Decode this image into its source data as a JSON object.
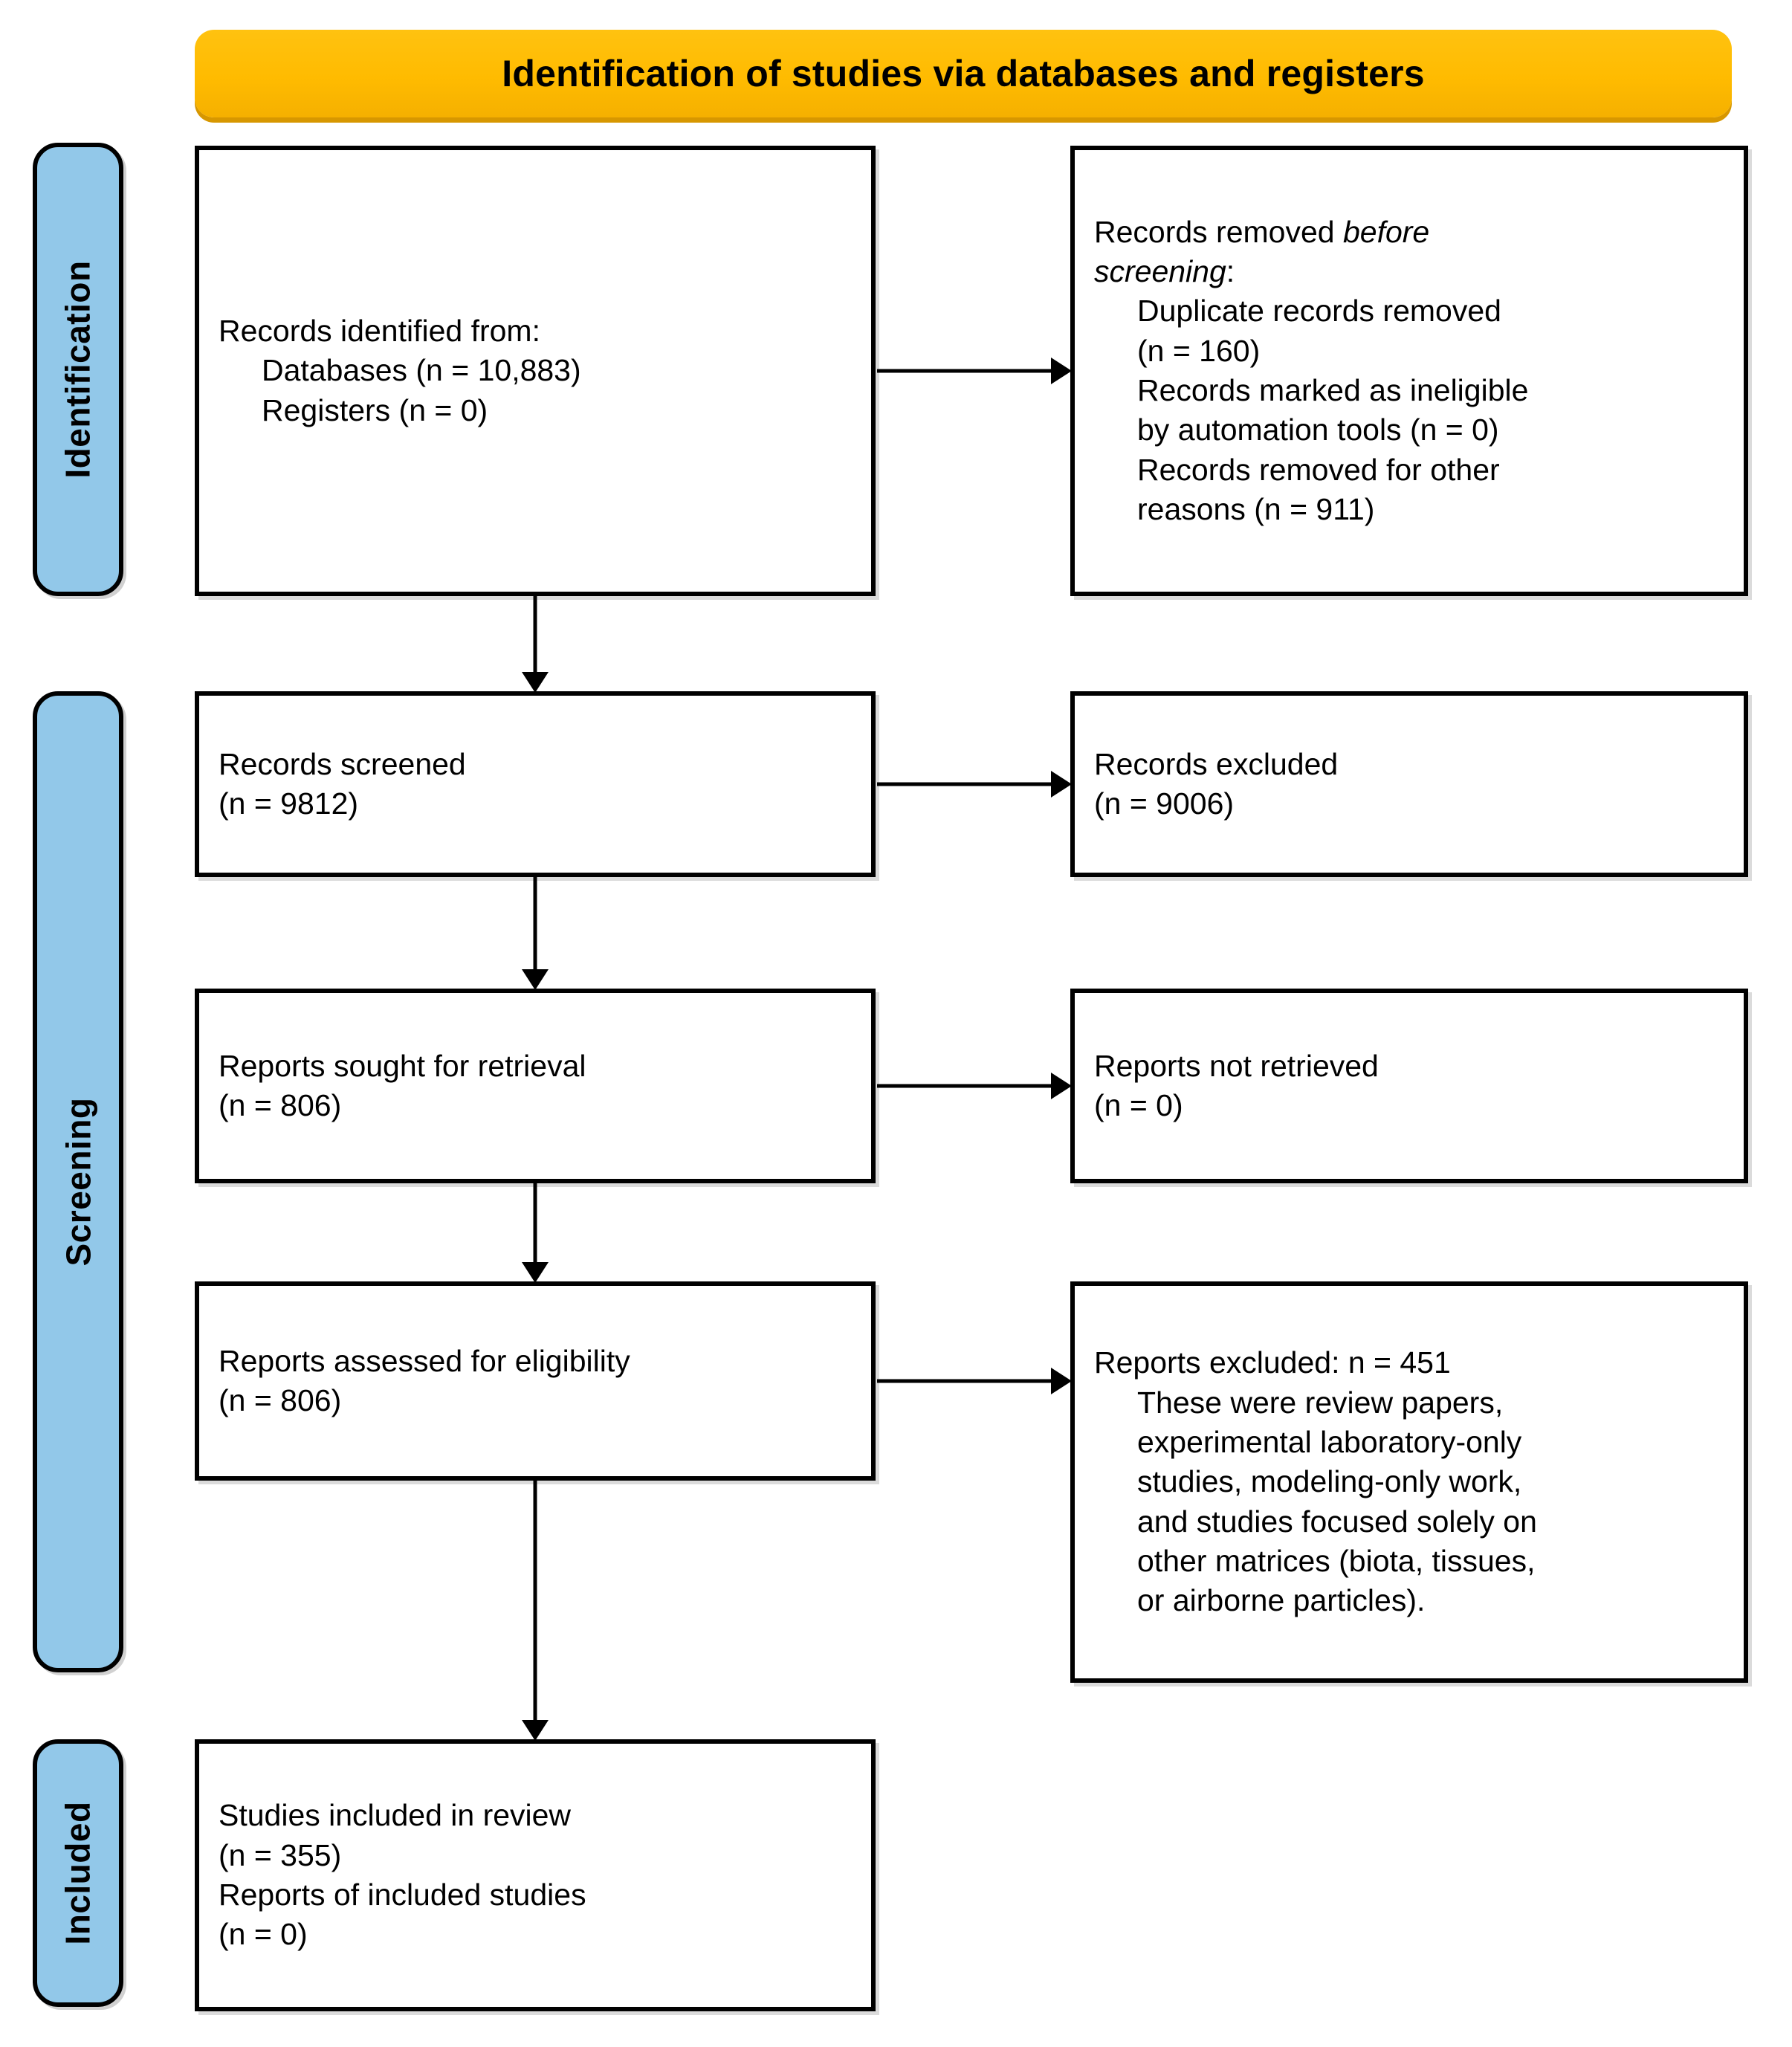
{
  "banner": {
    "title": "Identification of studies via databases and registers"
  },
  "phases": [
    {
      "key": "identification",
      "label": "Identification"
    },
    {
      "key": "screening",
      "label": "Screening"
    },
    {
      "key": "included",
      "label": "Included"
    }
  ],
  "boxes": {
    "identified": {
      "line1": "Records identified from:",
      "line2": "Databases (n = 10,883)",
      "line3": "Registers (n = 0)"
    },
    "removed_before": {
      "line1_a": "Records removed ",
      "line1_italic": "before",
      "line2_italic": "screening",
      "line2_b": ":",
      "line3": "Duplicate records removed",
      "line4": "(n = 160)",
      "line5": "Records marked as ineligible",
      "line6": "by automation tools (n = 0)",
      "line7": "Records removed for other",
      "line8": "reasons (n = 911)"
    },
    "screened": {
      "line1": "Records screened",
      "line2": "(n = 9812)"
    },
    "records_excluded": {
      "line1": "Records excluded",
      "line2": "(n = 9006)"
    },
    "sought": {
      "line1": "Reports sought for retrieval",
      "line2": "(n = 806)"
    },
    "not_retrieved": {
      "line1": "Reports not retrieved",
      "line2": "(n = 0)"
    },
    "assessed": {
      "line1": "Reports assessed for eligibility",
      "line2": "(n = 806)"
    },
    "reports_excluded": {
      "line1": "Reports excluded: n = 451",
      "line2": "These were review papers,",
      "line3": "experimental laboratory-only",
      "line4": "studies, modeling-only work,",
      "line5": "and studies focused solely on",
      "line6": "other matrices (biota, tissues,",
      "line7": "or airborne particles)."
    },
    "included": {
      "line1": "Studies included in review",
      "line2": "(n = 355)",
      "line3": "Reports of included studies",
      "line4": "(n = 0)"
    }
  },
  "colors": {
    "banner_fill": "#FFBB00",
    "banner_shadow": "#D79700",
    "phase_fill": "#92C8E9",
    "border": "#000000",
    "background": "#FFFFFF"
  },
  "flow_data": {
    "type": "diagram",
    "diagram": "PRISMA 2020 flow diagram",
    "nodes": [
      {
        "id": "identified",
        "phase": "Identification",
        "n_databases": 10883,
        "n_registers": 0
      },
      {
        "id": "removed_before",
        "phase": "Identification",
        "n_duplicates": 160,
        "n_automation": 0,
        "n_other": 911
      },
      {
        "id": "screened",
        "phase": "Screening",
        "n": 9812
      },
      {
        "id": "records_excluded",
        "phase": "Screening",
        "n": 9006
      },
      {
        "id": "sought",
        "phase": "Screening",
        "n": 806
      },
      {
        "id": "not_retrieved",
        "phase": "Screening",
        "n": 0
      },
      {
        "id": "assessed",
        "phase": "Screening",
        "n": 806
      },
      {
        "id": "reports_excluded",
        "phase": "Screening",
        "n": 451
      },
      {
        "id": "included_studies",
        "phase": "Included",
        "n_studies": 355,
        "n_reports": 0
      }
    ],
    "edges": [
      {
        "from": "identified",
        "to": "removed_before",
        "direction": "right"
      },
      {
        "from": "identified",
        "to": "screened",
        "direction": "down"
      },
      {
        "from": "screened",
        "to": "records_excluded",
        "direction": "right"
      },
      {
        "from": "screened",
        "to": "sought",
        "direction": "down"
      },
      {
        "from": "sought",
        "to": "not_retrieved",
        "direction": "right"
      },
      {
        "from": "sought",
        "to": "assessed",
        "direction": "down"
      },
      {
        "from": "assessed",
        "to": "reports_excluded",
        "direction": "right"
      },
      {
        "from": "assessed",
        "to": "included_studies",
        "direction": "down"
      }
    ]
  }
}
